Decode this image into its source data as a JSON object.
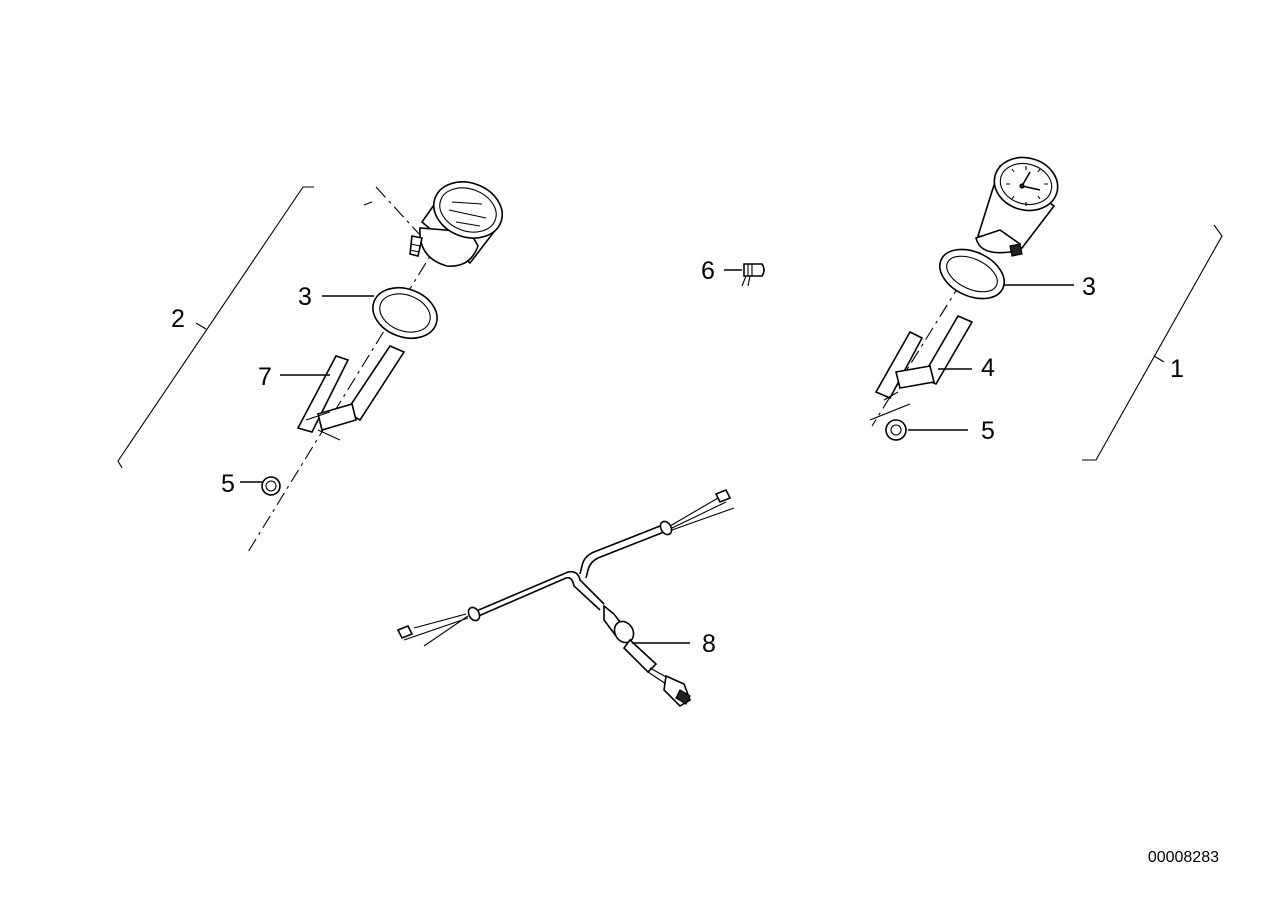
{
  "callouts": {
    "c1": "1",
    "c2": "2",
    "c3_left": "3",
    "c3_right": "3",
    "c4": "4",
    "c5_left": "5",
    "c5_right": "5",
    "c6": "6",
    "c7": "7",
    "c8": "8"
  },
  "document_number": "00008283"
}
